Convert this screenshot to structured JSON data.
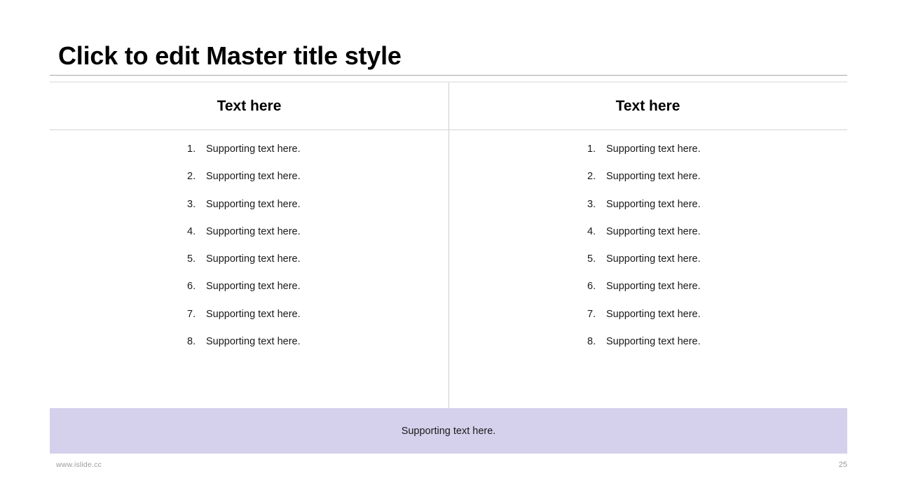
{
  "slide": {
    "title": "Click to edit Master title style",
    "accent_color": "#D5D1EC",
    "rule_color": "#A6A6A6",
    "divider_color": "#CFCFCF"
  },
  "columns": [
    {
      "header": "Text here",
      "items": [
        {
          "number": "1.",
          "text": "Supporting text here."
        },
        {
          "number": "2.",
          "text": "Supporting text here."
        },
        {
          "number": "3.",
          "text": "Supporting text here."
        },
        {
          "number": "4.",
          "text": "Supporting text here."
        },
        {
          "number": "5.",
          "text": "Supporting text here."
        },
        {
          "number": "6.",
          "text": "Supporting text here."
        },
        {
          "number": "7.",
          "text": "Supporting text here."
        },
        {
          "number": "8.",
          "text": "Supporting text here."
        }
      ]
    },
    {
      "header": "Text here",
      "items": [
        {
          "number": "1.",
          "text": "Supporting text here."
        },
        {
          "number": "2.",
          "text": "Supporting text here."
        },
        {
          "number": "3.",
          "text": "Supporting text here."
        },
        {
          "number": "4.",
          "text": "Supporting text here."
        },
        {
          "number": "5.",
          "text": "Supporting text here."
        },
        {
          "number": "6.",
          "text": "Supporting text here."
        },
        {
          "number": "7.",
          "text": "Supporting text here."
        },
        {
          "number": "8.",
          "text": "Supporting text here."
        }
      ]
    }
  ],
  "banner": {
    "text": "Supporting text here."
  },
  "footer": {
    "source": "www.islide.cc",
    "page_number": "25"
  }
}
